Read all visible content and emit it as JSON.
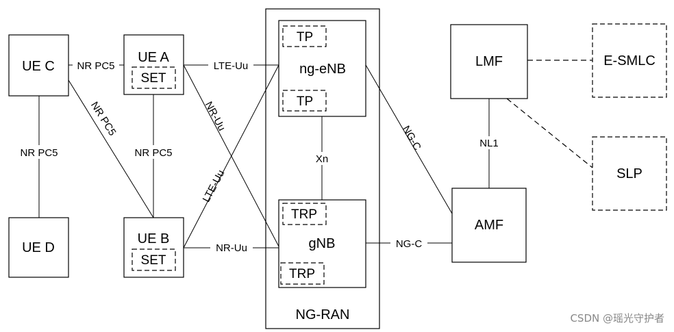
{
  "nodes": {
    "ue_c": "UE C",
    "ue_a": "UE A",
    "ue_b": "UE B",
    "ue_d": "UE D",
    "set_a": "SET",
    "set_b": "SET",
    "ng_enb": "ng-eNB",
    "tp_top": "TP",
    "tp_bottom": "TP",
    "gnb": "gNB",
    "trp_top": "TRP",
    "trp_bottom": "TRP",
    "ng_ran": "NG-RAN",
    "lmf": "LMF",
    "amf": "AMF",
    "e_smlc": "E-SMLC",
    "slp": "SLP"
  },
  "edges": {
    "uec_uea": "NR PC5",
    "uec_ued": "NR PC5",
    "uec_ueb": "NR PC5",
    "uea_ueb": "NR PC5",
    "uea_ngenb": "LTE-Uu",
    "uea_gnb": "NR-Uu",
    "ueb_ngenb": "LTE-Uu",
    "ueb_gnb": "NR-Uu",
    "ngenb_gnb": "Xn",
    "ngenb_amf": "NG-C",
    "gnb_amf": "NG-C",
    "lmf_amf": "NL1"
  },
  "watermark": "CSDN @瑶光守护者"
}
